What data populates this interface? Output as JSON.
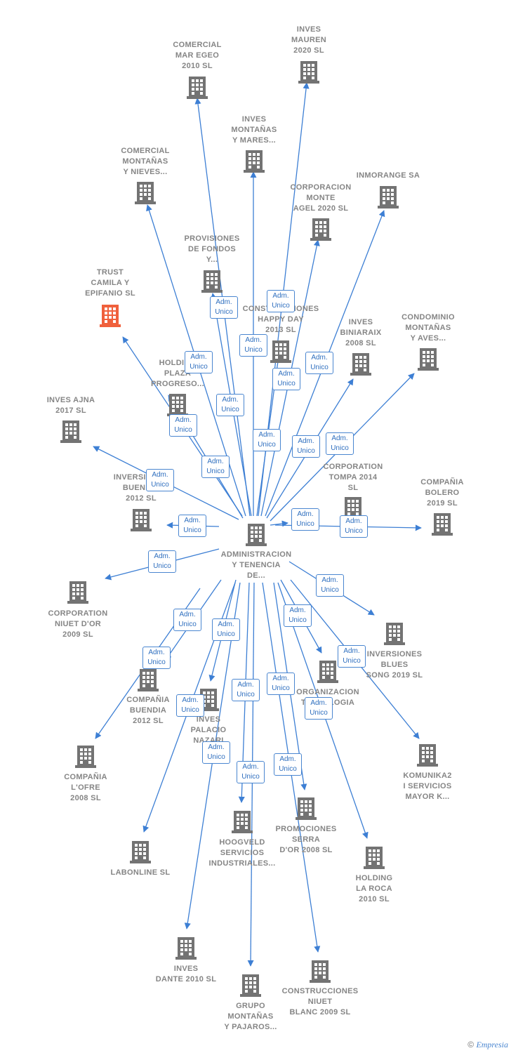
{
  "center": {
    "label": "ADMINISTRACION\nY TENENCIA\nDE...",
    "icon": "building-icon"
  },
  "edge_label": "Adm.\nUnico",
  "colors": {
    "building": "#737373",
    "highlight": "#f0603c",
    "edge": "#3d7fd4",
    "text": "#858585"
  },
  "nodes": [
    {
      "label": "COMERCIAL\nMAR EGEO\n2010 SL"
    },
    {
      "label": "INVES\nMAUREN\n2020  SL"
    },
    {
      "label": "INVES\nMONTAÑAS\nY MARES..."
    },
    {
      "label": "COMERCIAL\nMONTAÑAS\nY NIEVES..."
    },
    {
      "label": "INMORANGE SA"
    },
    {
      "label": "CORPORACION\nMONTE\nAGEL 2020  SL"
    },
    {
      "label": "PROVISIONES\nDE FONDOS\nY..."
    },
    {
      "label": "TRUST\nCAMILA Y\nEPIFANIO  SL"
    },
    {
      "label": "CONSTRUCCIONES\nHAPPY DAY\n2013  SL"
    },
    {
      "label": "INVES\nBINIARAIX\n2008 SL"
    },
    {
      "label": "CONDOMINIO\nMONTAÑAS\nY AVES..."
    },
    {
      "label": "HOLDING\nPLAZA\nPROGRESO..."
    },
    {
      "label": "INVES AJNA\n2017  SL"
    },
    {
      "label": "CORPORATION\nTOMPA 2014\nSL"
    },
    {
      "label": "INVERSIONES\nBUENDIA\n2012 SL"
    },
    {
      "label": "COMPAÑIA\nBOLERO\n2019  SL"
    },
    {
      "label": "CORPORATION\nNIUET D'OR\n2009 SL"
    },
    {
      "label": "INVERSIONES\nBLUES\nSONG 2019  SL"
    },
    {
      "label": "ORGANIZACION\nTECNOLOGIA"
    },
    {
      "label": "COMPAÑIA\nBUENDIA\n2012 SL"
    },
    {
      "label": "INVES\nPALACIO\nNAZARI"
    },
    {
      "label": "COMPAÑIA\nL'OFRE\n2008 SL"
    },
    {
      "label": "KOMUNIKA2\nI SERVICIOS\nMAYOR K..."
    },
    {
      "label": "PROMOCIONES\nSERRA\nD'OR 2008 SL"
    },
    {
      "label": "HOOGVELD\nSERVICIOS\nINDUSTRIALES..."
    },
    {
      "label": "LABONLINE SL"
    },
    {
      "label": "HOLDING\nLA ROCA\n2010 SL"
    },
    {
      "label": "INVES\nDANTE 2010 SL"
    },
    {
      "label": "CONSTRUCCIONES\nNIUET\nBLANC 2009 SL"
    },
    {
      "label": "GRUPO\nMONTAÑAS\nY PAJAROS..."
    }
  ],
  "credit": {
    "symbol": "©",
    "brand": "Empresia"
  }
}
